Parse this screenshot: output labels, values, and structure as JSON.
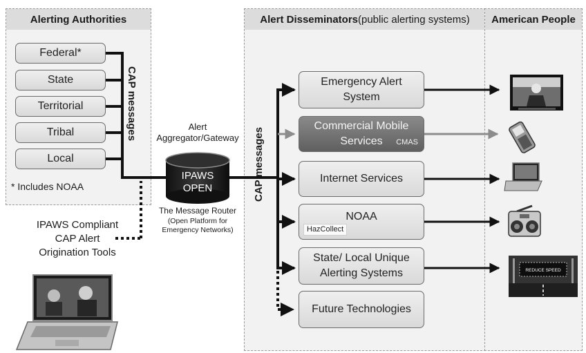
{
  "authorities": {
    "heading": "Alerting Authorities",
    "items": [
      "Federal*",
      "State",
      "Territorial",
      "Tribal",
      "Local"
    ],
    "footnote": "* Includes NOAA",
    "tools_label": [
      "IPAWS Compliant",
      "CAP Alert",
      "Origination Tools"
    ]
  },
  "cap_left": "CAP messages",
  "cap_right": "CAP messages",
  "gateway": {
    "title": [
      "Alert",
      "Aggregator/Gateway"
    ],
    "label": [
      "IPAWS",
      "OPEN"
    ],
    "router": "The Message Router",
    "router_sub": [
      "(Open Platform for",
      "Emergency Networks)"
    ]
  },
  "disseminators": {
    "heading_bold": "Alert Disseminators",
    "heading_light": " (public alerting systems)",
    "items": [
      {
        "label": [
          "Emergency Alert",
          "System"
        ]
      },
      {
        "label": [
          "Commercial Mobile",
          "Services"
        ],
        "tag": "CMAS"
      },
      {
        "label": [
          "Internet Services"
        ]
      },
      {
        "label": [
          "NOAA"
        ],
        "tag": "HazCollect"
      },
      {
        "label": [
          "State/ Local Unique",
          "Alerting Systems"
        ]
      },
      {
        "label": [
          "Future Technologies"
        ]
      }
    ]
  },
  "people": {
    "heading": "American People",
    "devices": [
      "tv-icon",
      "cell-phone-icon",
      "laptop-icon",
      "radio-icon",
      "highway-sign-icon"
    ],
    "sign_text": "REDUCE SPEED"
  },
  "colors": {
    "panel": "#f2f2f2",
    "header": "#dcdcdc",
    "line": "#111111",
    "muted_line": "#8c8c8c"
  }
}
